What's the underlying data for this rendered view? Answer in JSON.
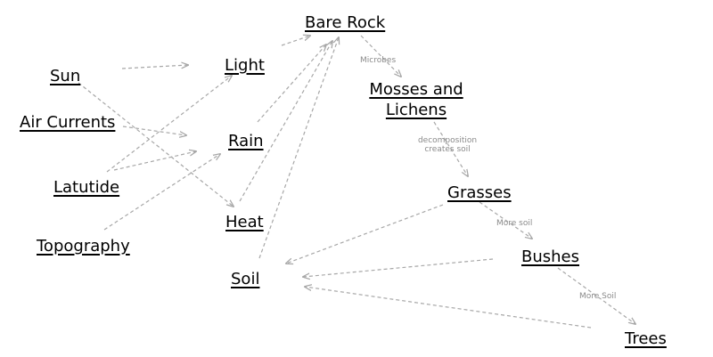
{
  "nodes": {
    "sun": "Sun",
    "air_currents": "Air Currents",
    "latitude": "Latutide",
    "topography": "Topography",
    "light": "Light",
    "rain": "Rain",
    "heat": "Heat",
    "soil": "Soil",
    "bare_rock": "Bare Rock",
    "mosses_lichens": "Mosses and Lichens",
    "grasses": "Grasses",
    "bushes": "Bushes",
    "trees": "Trees"
  },
  "edge_labels": {
    "microbes": "Microbes",
    "decomposition": "decomposition creates soil",
    "more_soil_1": "More soil",
    "more_soil_2": "More Soil"
  },
  "edges": [
    {
      "from": "sun",
      "to": "light"
    },
    {
      "from": "sun",
      "to": "heat"
    },
    {
      "from": "air_currents",
      "to": "rain"
    },
    {
      "from": "latitude",
      "to": "light"
    },
    {
      "from": "latitude",
      "to": "rain"
    },
    {
      "from": "topography",
      "to": "rain"
    },
    {
      "from": "light",
      "to": "bare_rock"
    },
    {
      "from": "rain",
      "to": "bare_rock"
    },
    {
      "from": "heat",
      "to": "bare_rock"
    },
    {
      "from": "soil",
      "to": "bare_rock"
    },
    {
      "from": "bare_rock",
      "to": "mosses_lichens",
      "label": "microbes"
    },
    {
      "from": "mosses_lichens",
      "to": "grasses",
      "label": "decomposition"
    },
    {
      "from": "grasses",
      "to": "bushes",
      "label": "more_soil_1"
    },
    {
      "from": "bushes",
      "to": "trees",
      "label": "more_soil_2"
    },
    {
      "from": "grasses",
      "to": "soil"
    },
    {
      "from": "bushes",
      "to": "soil"
    },
    {
      "from": "trees",
      "to": "soil"
    }
  ],
  "colors": {
    "arrow": "#a7a7a7",
    "text": "#000000",
    "edge_label": "#8a8a8a"
  }
}
